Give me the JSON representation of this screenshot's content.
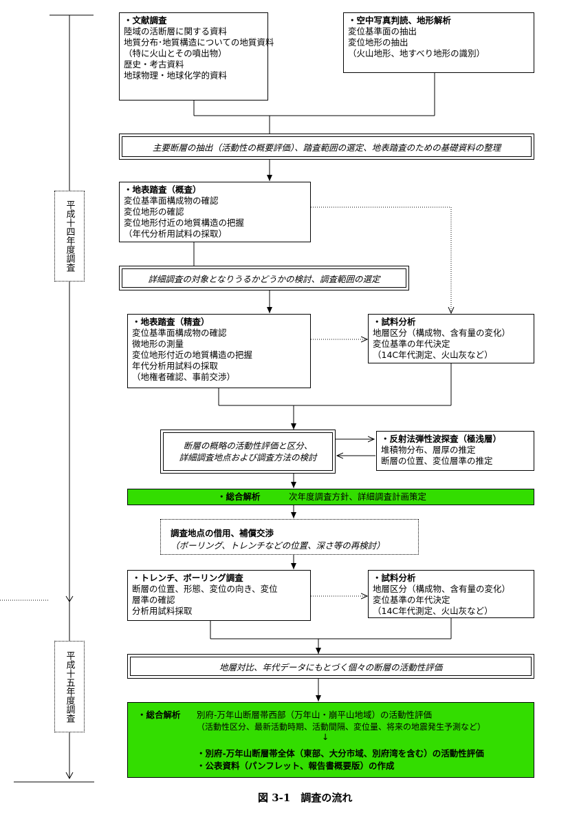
{
  "boxes": {
    "literature": {
      "title": "・文献調査",
      "lines": [
        "陸域の活断層に関する資料",
        "地質分布･地質構造についての地質資料",
        "（特に火山とその噴出物）",
        "歴史・考古資料",
        "地球物理・地球化学的資料"
      ]
    },
    "aerial": {
      "title": "・空中写真判読、地形解析",
      "lines": [
        "変位基準面の抽出",
        "変位地形の抽出",
        "（火山地形、地すべり地形の識別）"
      ]
    },
    "extract": "主要断層の抽出（活動性の概要評価）、踏査範囲の選定、地表踏査のための基礎資料の整理",
    "survey_rough": {
      "title": "・地表踏査（概査）",
      "lines": [
        "変位基準面構成物の確認",
        "変位地形の確認",
        "変位地形付近の地質構造の把握",
        "（年代分析用試料の採取）"
      ]
    },
    "detail_select": "詳細調査の対象となりうるかどうかの検討、調査範囲の選定",
    "survey_fine": {
      "title": "・地表踏査（精査）",
      "lines": [
        "変位基準面構成物の確認",
        "微地形の測量",
        "変位地形付近の地質構造の把握",
        "年代分析用試料の採取",
        "（地権者確認、事前交渉）"
      ]
    },
    "sample1": {
      "title": "・試料分析",
      "lines": [
        "地層区分（構成物、含有量の変化）",
        "変位基準の年代決定",
        "（14C年代測定、火山灰など）"
      ]
    },
    "fault_eval": [
      "断層の概略の活動性評価と区分、",
      "詳細調査地点および調査方法の検討"
    ],
    "seismic": {
      "title": "・反射法弾性波探査（極浅層）",
      "lines": [
        "堆積物分布、層厚の推定",
        "断層の位置、変位層準の推定"
      ]
    },
    "synthesis1": {
      "title": "・総合解析",
      "text": "次年度調査方針、詳細調査計画策定"
    },
    "borrow": {
      "title": "調査地点の借用、補償交渉",
      "sub": "（ボーリング、トレンチなどの位置、深さ等の再検討）"
    },
    "trench": {
      "title": "・トレンチ、ボーリング調査",
      "lines": [
        "断層の位置、形態、変位の向き、変位",
        "層準の確認",
        "分析用試料採取"
      ]
    },
    "sample2": {
      "title": "・試料分析",
      "lines": [
        "地層区分（構成物、含有量の変化）",
        "変位基準の年代決定",
        "（14C年代測定、火山灰など）"
      ]
    },
    "compare": "地層対比、年代データにもとづく個々の断層の活動性評価",
    "synthesis2": {
      "title": "・総合解析",
      "line1": "別府-万年山断層帯西部（万年山・崩平山地域）の活動性評価",
      "line2": "（活動性区分、最新活動時期、活動間隔、変位量、将来の地震発生予測など）",
      "arrow": "↓",
      "bullet1": "・別府-万年山断層帯全体（東部、大分市域、別府湾を含む）の活動性評価",
      "bullet2": "・公表資料（パンフレット、報告書概要版）の作成"
    }
  },
  "timeline": {
    "period1": "平成十四年度調査",
    "period2": "平成十五年度調査"
  },
  "caption": "図 3-1　調査の流れ",
  "colors": {
    "green": "#33dd00",
    "line": "#000000"
  }
}
